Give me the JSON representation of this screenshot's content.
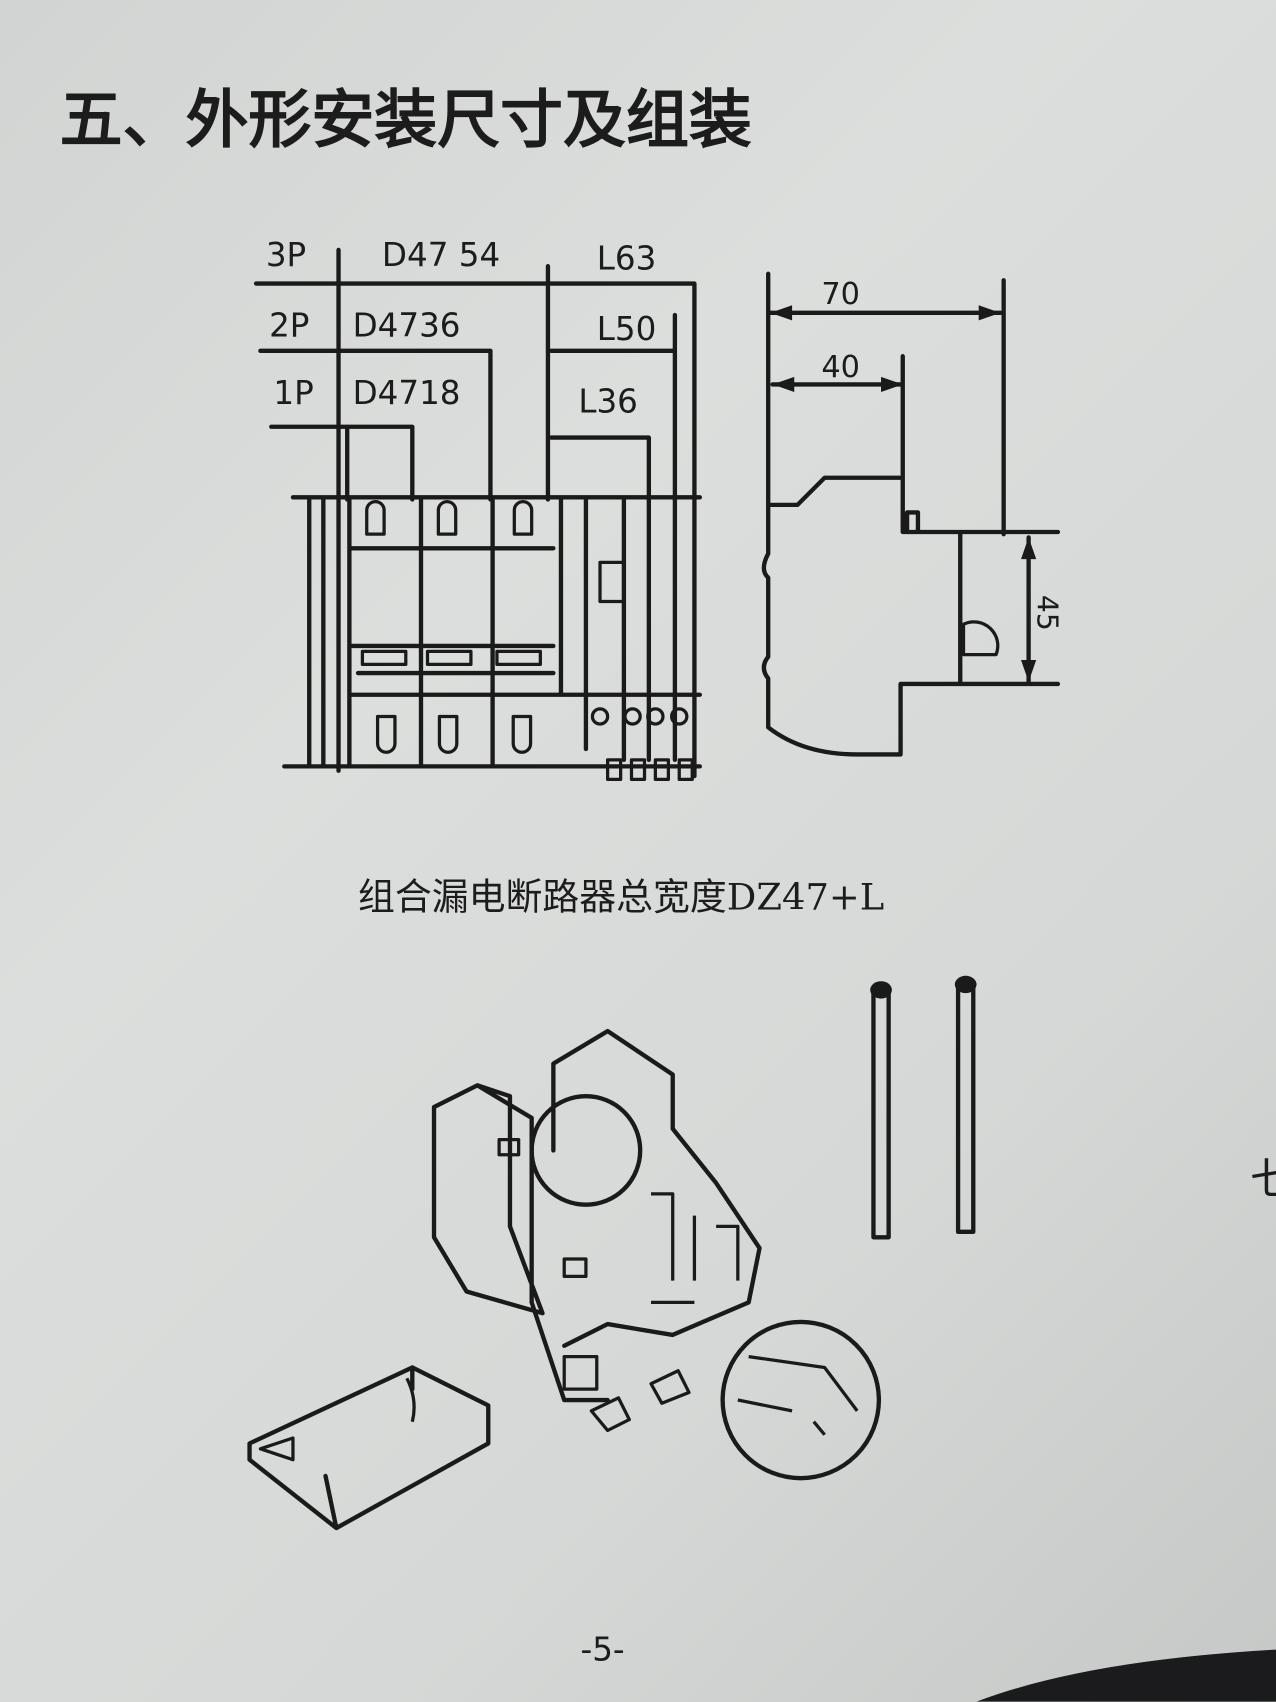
{
  "page": {
    "section_title": "五、外形安装尺寸及组装",
    "page_number": "-5-",
    "next_page_fragment": "七"
  },
  "width_table": {
    "rows": [
      {
        "poles": "3P",
        "breaker": "D47 54",
        "leakage": "L63"
      },
      {
        "poles": "2P",
        "breaker": "D4736",
        "leakage": "L50"
      },
      {
        "poles": "1P",
        "breaker": "D4718",
        "leakage": "L36"
      }
    ]
  },
  "side_view": {
    "dim_total": "70",
    "dim_front": "40",
    "dim_height": "45"
  },
  "caption": "组合漏电断路器总宽度DZ47+L"
}
